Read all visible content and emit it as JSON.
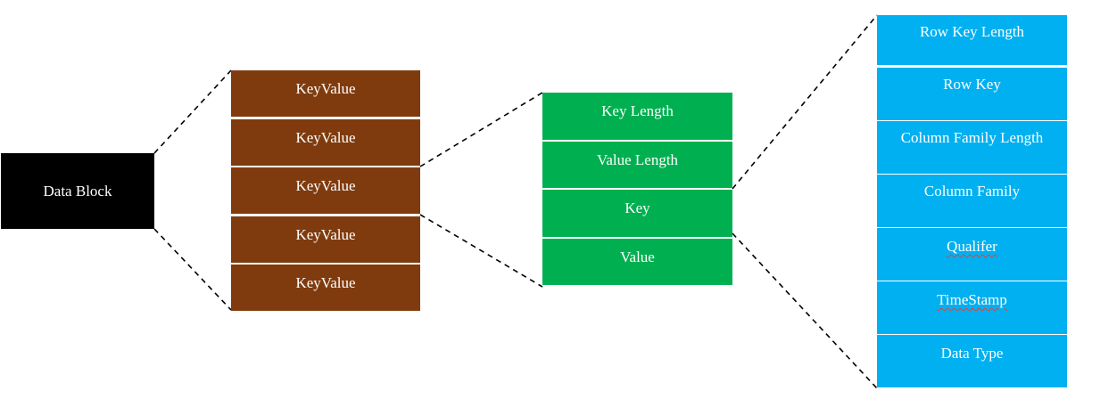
{
  "colors": {
    "data_block": "#000000",
    "key_value": "#7f3b0e",
    "key_value_parts": "#00b050",
    "key_fields": "#00b0f0",
    "text": "#ffffff",
    "connector": "#000000"
  },
  "data_block": {
    "label": "Data Block"
  },
  "key_values": [
    {
      "label": "KeyValue"
    },
    {
      "label": "KeyValue"
    },
    {
      "label": "KeyValue"
    },
    {
      "label": "KeyValue"
    },
    {
      "label": "KeyValue"
    }
  ],
  "key_value_parts": [
    {
      "label": "Key Length"
    },
    {
      "label": "Value Length"
    },
    {
      "label": "Key"
    },
    {
      "label": "Value"
    }
  ],
  "key_fields": [
    {
      "label": "Row Key Length"
    },
    {
      "label": "Row Key"
    },
    {
      "label": "Column Family Length"
    },
    {
      "label": "Column Family"
    },
    {
      "label": "Qualifer"
    },
    {
      "label": "TimeStamp"
    },
    {
      "label": "Data Type"
    }
  ]
}
